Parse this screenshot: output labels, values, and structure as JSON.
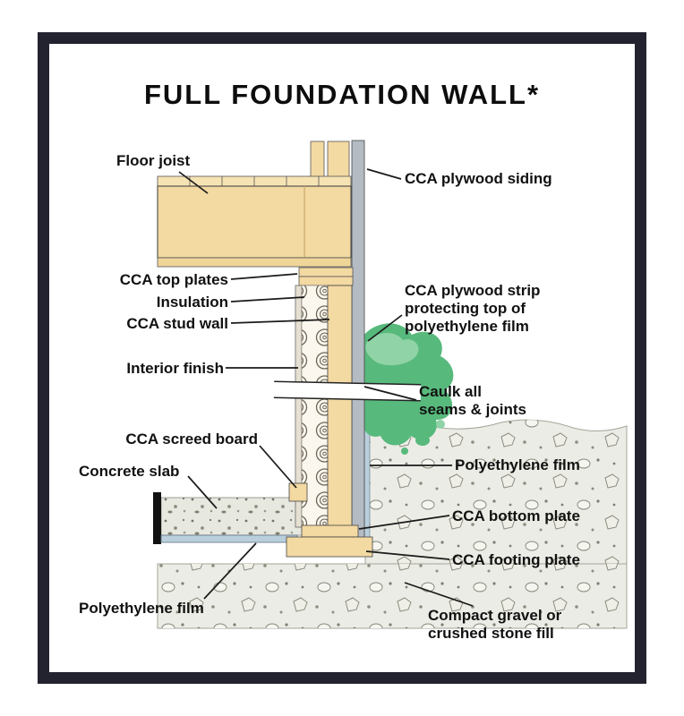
{
  "title": "FULL FOUNDATION WALL*",
  "labels": {
    "floor_joist": "Floor joist",
    "cca_plywood_siding": "CCA plywood siding",
    "cca_top_plates": "CCA top plates",
    "insulation": "Insulation",
    "cca_stud_wall": "CCA stud wall",
    "cca_plywood_strip": "CCA plywood strip\nprotecting top of\npolyethylene film",
    "interior_finish": "Interior finish",
    "caulk": "Caulk all\nseams & joints",
    "cca_screed_board": "CCA screed board",
    "concrete_slab": "Concrete slab",
    "polyethylene_film_right": "Polyethylene film",
    "cca_bottom_plate": "CCA bottom plate",
    "cca_footing_plate": "CCA footing plate",
    "polyethylene_film_left": "Polyethylene film",
    "compact_gravel": "Compact gravel or\ncrushed stone fill"
  },
  "colors": {
    "frame": "#232330",
    "wood": "#f3d9a2",
    "siding_gray": "#b4bbc3",
    "caulk_green": "#58b97c",
    "film_blue": "#b9cfdd",
    "concrete": "#e9e9e2",
    "text": "#111111"
  }
}
